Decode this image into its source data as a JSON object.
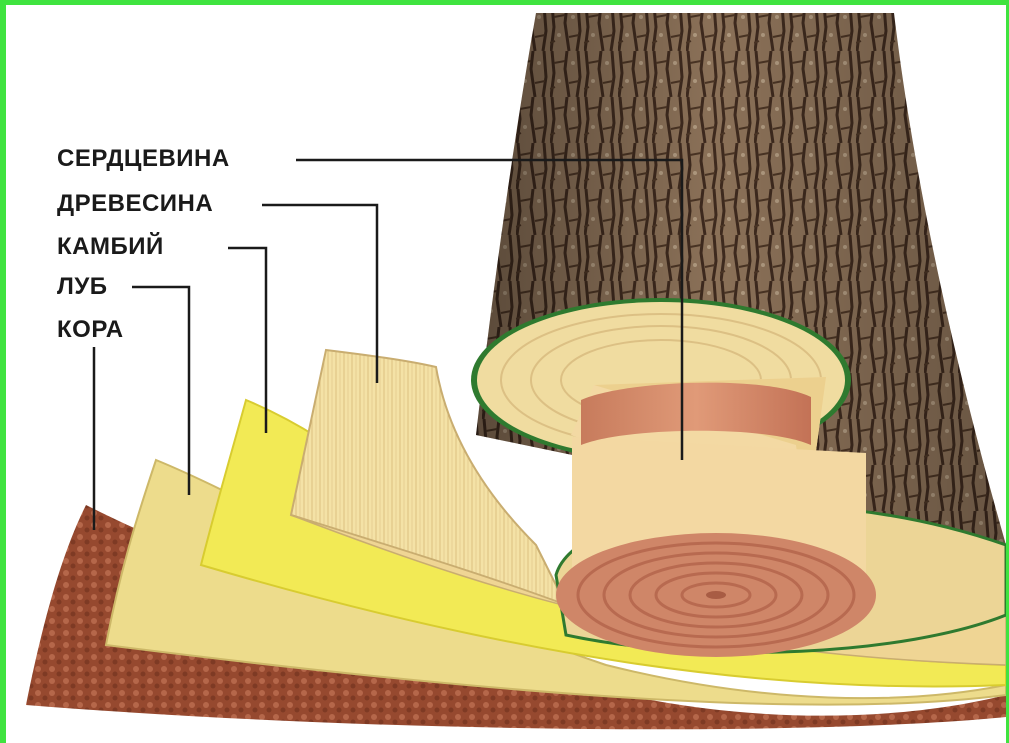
{
  "diagram": {
    "labels": {
      "pith": "СЕРДЦЕВИНА",
      "wood": "ДРЕВЕСИНА",
      "cambium": "КАМБИЙ",
      "phloem": "ЛУБ",
      "bark": "КОРА"
    },
    "colors": {
      "frame": "#3fe33f",
      "bark_dark": "#5a4030",
      "bark_light": "#8a7058",
      "bark_sheet": "#9a4e34",
      "phloem_sheet": "#ecdc8a",
      "cambium_sheet": "#f2ea50",
      "wood_sheet": "#f4e0a0",
      "heartwood": "#d0886a",
      "sapwood": "#f2d8a0",
      "leader_line": "#1a1a1a"
    }
  }
}
